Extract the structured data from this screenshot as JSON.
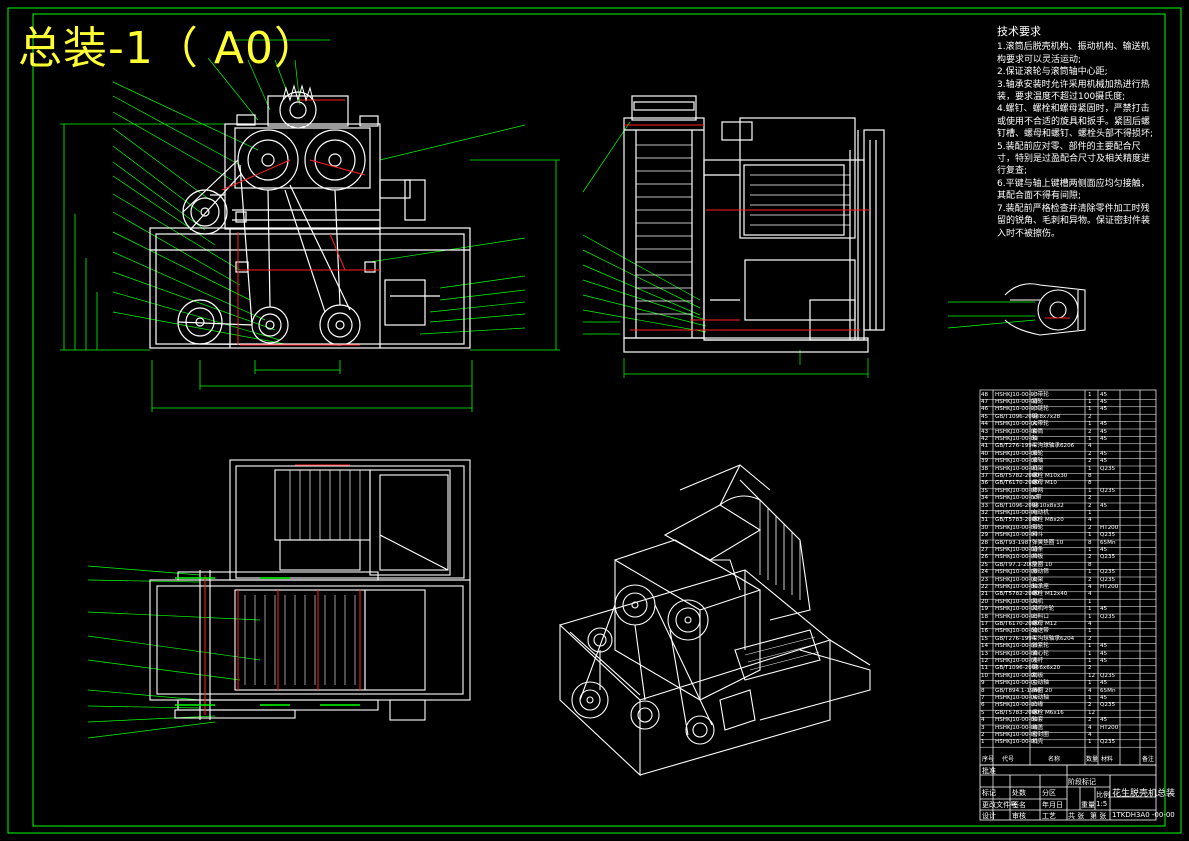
{
  "sheet_title": "总装-1（ A0）",
  "tech_requirements": {
    "heading": "技术要求",
    "items": [
      "1.滚筒后脱壳机构、振动机构、输送机构要求可以灵活运动;",
      "2.保证滚轮与滚筒轴中心距;",
      "3.轴承安装时允许采用机械加热进行热装，要求温度不超过100摄氏度;",
      "4.螺钉、螺栓和螺母紧固时，严禁打击或使用不合适的旋具和扳手。紧固后螺钉槽、螺母和螺钉、螺栓头部不得损坏;",
      "5.装配前应对零、部件的主要配合尺寸，特别是过盈配合尺寸及相关精度进行复查;",
      "6.平键与轴上键槽两侧面应均匀接触，其配合面不得有间隙;",
      "7.装配前严格检查并清除零件加工时残留的锐角、毛刺和异物。保证密封件装入时不被擦伤。"
    ]
  },
  "title_block": {
    "name": "花生脱壳机总装",
    "drawing_no": "1TKDH3A0 -00-00",
    "row_labels": [
      "标记",
      "处数",
      "分区",
      "更改文件号",
      "签名",
      "年月日"
    ],
    "stage_labels": [
      "阶段标记",
      "重量",
      "比例"
    ],
    "scale": "1:5",
    "sheet_labels": [
      "共 张",
      "第 张"
    ],
    "sign_labels": [
      "设计",
      "审核",
      "工艺",
      "批准"
    ]
  },
  "bom_header": [
    "序号",
    "代号",
    "名称",
    "数量",
    "材料",
    "备注"
  ],
  "bom_rows": [
    [
      "48",
      "HSHKJ10-00-00",
      "小带轮",
      "1",
      "45",
      ""
    ],
    [
      "47",
      "HSHKJ10-00-00",
      "链轮",
      "1",
      "45",
      ""
    ],
    [
      "46",
      "HSHKJ10-00-00",
      "小链轮",
      "1",
      "45",
      ""
    ],
    [
      "45",
      "GB/T1096-2003",
      "键 8x7x28",
      "2",
      "",
      ""
    ],
    [
      "44",
      "HSHKJ10-00-00",
      "大带轮",
      "1",
      "45",
      ""
    ],
    [
      "43",
      "HSHKJ10-00-00",
      "套筒",
      "2",
      "45",
      ""
    ],
    [
      "42",
      "HSHKJ10-00-00",
      "轴",
      "1",
      "45",
      ""
    ],
    [
      "41",
      "GB/T276-1994",
      "深沟球轴承6206",
      "4",
      "",
      ""
    ],
    [
      "40",
      "HSHKJ10-00-00",
      "滚轮",
      "2",
      "45",
      ""
    ],
    [
      "39",
      "HSHKJ10-00-00",
      "滚轴",
      "2",
      "45",
      ""
    ],
    [
      "38",
      "HSHKJ10-00-00",
      "机架",
      "1",
      "Q235",
      ""
    ],
    [
      "37",
      "GB/T5782-2000",
      "螺栓 M10x30",
      "8",
      "",
      ""
    ],
    [
      "36",
      "GB/T6170-2000",
      "螺母 M10",
      "8",
      "",
      ""
    ],
    [
      "35",
      "HSHKJ10-00-00",
      "筛网",
      "1",
      "Q235",
      ""
    ],
    [
      "34",
      "HSHKJ10-00-00",
      "V带",
      "2",
      "",
      ""
    ],
    [
      "33",
      "GB/T1096-2003",
      "键 10x8x32",
      "2",
      "45",
      ""
    ],
    [
      "32",
      "HSHKJ10-00-00",
      "电动机",
      "1",
      "",
      ""
    ],
    [
      "31",
      "GB/T5783-2000",
      "螺栓 M8x20",
      "4",
      "",
      ""
    ],
    [
      "30",
      "HSHKJ10-00-00",
      "带轮",
      "2",
      "HT200",
      ""
    ],
    [
      "29",
      "HSHKJ10-00-00",
      "料斗",
      "1",
      "Q235",
      ""
    ],
    [
      "28",
      "GB/T93-1987",
      "弹簧垫圈 10",
      "8",
      "65Mn",
      ""
    ],
    [
      "27",
      "HSHKJ10-00-00",
      "链条",
      "1",
      "45",
      ""
    ],
    [
      "26",
      "HSHKJ10-00-00",
      "挡板",
      "2",
      "Q235",
      ""
    ],
    [
      "25",
      "GB/T97.1-2002",
      "垫圈 10",
      "8",
      "",
      ""
    ],
    [
      "24",
      "HSHKJ10-00-00",
      "振动筛",
      "1",
      "Q235",
      ""
    ],
    [
      "23",
      "HSHKJ10-00-00",
      "支架",
      "2",
      "Q235",
      ""
    ],
    [
      "22",
      "HSHKJ10-00-00",
      "轴承座",
      "4",
      "HT200",
      ""
    ],
    [
      "21",
      "GB/T5782-2000",
      "螺栓 M12x40",
      "4",
      "",
      ""
    ],
    [
      "20",
      "HSHKJ10-00-00",
      "风机",
      "1",
      "",
      ""
    ],
    [
      "19",
      "HSHKJ10-00-00",
      "风机叶轮",
      "1",
      "45",
      ""
    ],
    [
      "18",
      "HSHKJ10-00-00",
      "出料口",
      "1",
      "Q235",
      ""
    ],
    [
      "17",
      "GB/T6170-2000",
      "螺母 M12",
      "4",
      "",
      ""
    ],
    [
      "16",
      "HSHKJ10-00-00",
      "输送带",
      "1",
      "",
      ""
    ],
    [
      "15",
      "GB/T276-1994",
      "深沟球轴承6204",
      "2",
      "",
      ""
    ],
    [
      "14",
      "HSHKJ10-00-00",
      "张紧轮",
      "1",
      "45",
      ""
    ],
    [
      "13",
      "HSHKJ10-00-00",
      "偏心轮",
      "1",
      "45",
      ""
    ],
    [
      "12",
      "HSHKJ10-00-00",
      "连杆",
      "1",
      "45",
      ""
    ],
    [
      "11",
      "GB/T1096-2003",
      "键 6x6x20",
      "2",
      "",
      ""
    ],
    [
      "10",
      "HSHKJ10-00-00",
      "刮板",
      "12",
      "Q235",
      ""
    ],
    [
      "9",
      "HSHKJ10-00-00",
      "主动轴",
      "1",
      "45",
      ""
    ],
    [
      "8",
      "GB/T894.1-1986",
      "挡圈 20",
      "4",
      "65Mn",
      ""
    ],
    [
      "7",
      "HSHKJ10-00-00",
      "从动轴",
      "1",
      "45",
      ""
    ],
    [
      "6",
      "HSHKJ10-00-00",
      "凸缘",
      "2",
      "Q235",
      ""
    ],
    [
      "5",
      "GB/T5783-2000",
      "螺栓 M6x16",
      "12",
      "",
      ""
    ],
    [
      "4",
      "HSHKJ10-00-00",
      "轴套",
      "2",
      "45",
      ""
    ],
    [
      "3",
      "HSHKJ10-00-00",
      "端盖",
      "4",
      "HT200",
      ""
    ],
    [
      "2",
      "HSHKJ10-00-00",
      "密封圈",
      "4",
      "",
      ""
    ],
    [
      "1",
      "HSHKJ10-00-00",
      "机壳",
      "1",
      "Q235",
      ""
    ]
  ]
}
